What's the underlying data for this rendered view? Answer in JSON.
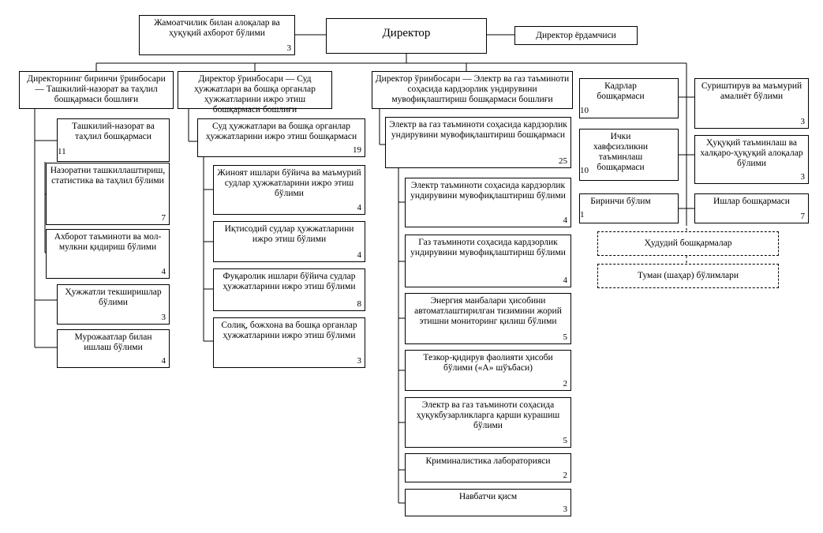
{
  "director": {
    "label": "Директор"
  },
  "public_relations": {
    "label": "Жамоатчилик билан алоқалар ва ҳуқуқий ахборот бўлими",
    "count": "3"
  },
  "assistant": {
    "label": "Директор ёрдамчиси"
  },
  "first_deputy": {
    "label": "Директорнинг биринчи ўринбосари — Ташкилий-назорат ва таҳлил бошқармаси бошлиғи"
  },
  "deputy_court": {
    "label": "Директор ўринбосари — Суд ҳужжатлари ва бошқа органлар ҳужжатларини ижро этиш бошқармаси бошлиғи"
  },
  "deputy_energy": {
    "label": "Директор ўринбосари — Электр ва газ таъминоти соҳасида кардзорлик ундирувини мувофиқлаштириш бошқармаси бошлиғи"
  },
  "col1": [
    {
      "label": "Ташкилий-назорат ва таҳлил бошқармаси",
      "count": "11"
    },
    {
      "label": "Назоратни ташкиллаштириш, статистика ва таҳлил бўлими",
      "count": "7"
    },
    {
      "label": "Ахборот таъминоти ва мол-мулкни қидириш бўлими",
      "count": "4"
    },
    {
      "label": "Ҳужжатли текширишлар бўлими",
      "count": "3"
    },
    {
      "label": "Мурожаатлар билан ишлаш бўлими",
      "count": "4"
    }
  ],
  "col2": [
    {
      "label": "Суд ҳужжатлари ва бошқа органлар ҳужжатларини ижро этиш бошқармаси",
      "count": "19"
    },
    {
      "label": "Жиноят ишлари бўйича ва маъмурий судлар ҳужжатларини ижро этиш бўлими",
      "count": "4"
    },
    {
      "label": "Иқтисодий судлар ҳужжатларини ижро этиш бўлими",
      "count": "4"
    },
    {
      "label": "Фуқаролик ишлари бўйича судлар ҳужжатларини ижро этиш бўлими",
      "count": "8"
    },
    {
      "label": "Солиқ, божхона ва бошқа органлар ҳужжатларини ижро этиш бўлими",
      "count": "3"
    }
  ],
  "col3": [
    {
      "label": "Электр ва газ таъминоти соҳасида кардзорлик ундирувини мувофиқлаштириш бошқармаси",
      "count": "25"
    },
    {
      "label": "Электр таъминоти соҳасида кардзорлик ундирувини мувофиқлаштириш бўлими",
      "count": "4"
    },
    {
      "label": "Газ таъминоти соҳасида кардзорлик ундирувини мувофиқлаштириш бўлими",
      "count": "4"
    },
    {
      "label": "Энергия манбалари ҳисобини автоматлаштирилган тизимини жорий этишни мониторинг қилиш бўлими",
      "count": "5"
    },
    {
      "label": "Тезкор-қидирув фаолияти ҳисоби бўлими («А» шўъбаси)",
      "count": "2"
    },
    {
      "label": "Электр ва газ таъминоти соҳасида ҳуқукбузарликларга қарши курашиш бўлими",
      "count": "5"
    },
    {
      "label": "Криминалистика лабораторияси",
      "count": "2"
    },
    {
      "label": "Навбатчи қисм",
      "count": "3"
    }
  ],
  "col4": [
    {
      "label": "Кадрлар бошқармаси",
      "count": "10"
    },
    {
      "label": "Ички хавфсизликни таъминлаш бошқармаси",
      "count": "10"
    },
    {
      "label": "Биринчи бўлим",
      "count": "1"
    }
  ],
  "col5": [
    {
      "label": "Суриштирув ва маъмурий амалиёт бўлими",
      "count": "3"
    },
    {
      "label": "Ҳуқуқий таъминлаш ва халқаро-ҳуқуқий алоқалар бўлими",
      "count": "3"
    },
    {
      "label": "Ишлар бошқармаси",
      "count": "7"
    }
  ],
  "regional": {
    "label": "Ҳудудий бошқармалар"
  },
  "district": {
    "label": "Туман (шаҳар) бўлимлари"
  }
}
